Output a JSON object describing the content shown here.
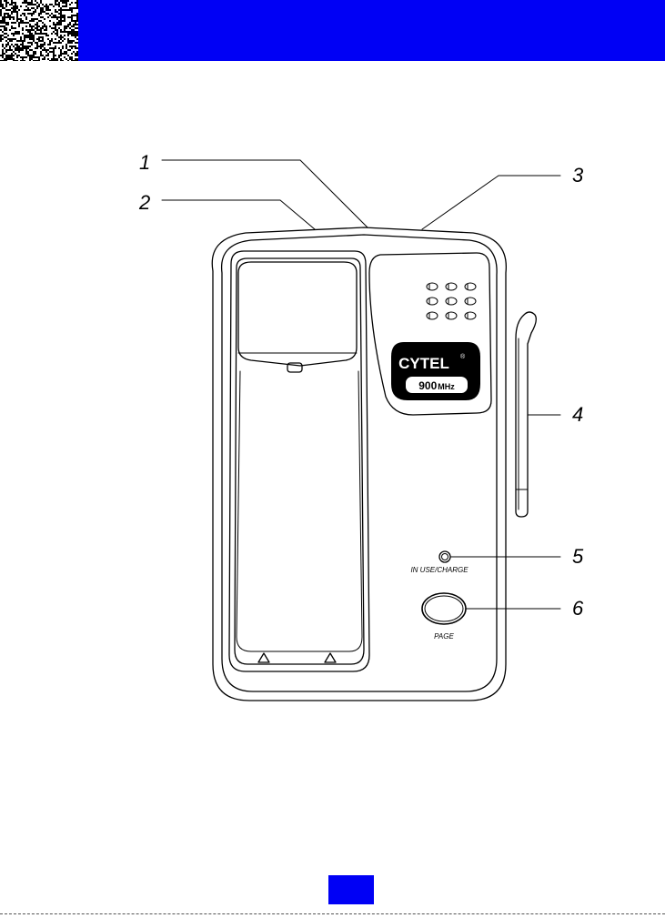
{
  "header": {
    "bar_color": "#0000f5"
  },
  "diagram": {
    "callouts": [
      {
        "number": "1",
        "target": "top-edge-center"
      },
      {
        "number": "2",
        "target": "handset-cradle-top"
      },
      {
        "number": "3",
        "target": "top-edge-right"
      },
      {
        "number": "4",
        "target": "antenna"
      },
      {
        "number": "5",
        "target": "in-use-charge-indicator"
      },
      {
        "number": "6",
        "target": "page-button"
      }
    ],
    "brand": {
      "name": "CYTEL",
      "trademark": "®",
      "band": "900",
      "band_unit": "MHz"
    },
    "indicator_label": "IN USE/CHARGE",
    "page_button_label": "PAGE"
  },
  "footer": {
    "badge_color": "#0000f5"
  }
}
